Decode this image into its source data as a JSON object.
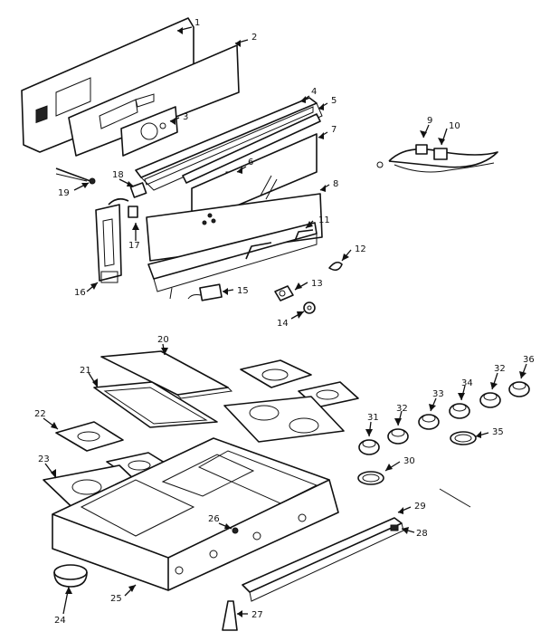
{
  "callouts": {
    "c1": "1",
    "c2": "2",
    "c3": "3",
    "c4": "4",
    "c5": "5",
    "c6": "6",
    "c7": "7",
    "c8": "8",
    "c9": "9",
    "c10": "10",
    "c11": "11",
    "c12": "12",
    "c13": "13",
    "c14": "14",
    "c15": "15",
    "c16": "16",
    "c17": "17",
    "c18": "18",
    "c19": "19",
    "c20": "20",
    "c21": "21",
    "c22": "22",
    "c23": "23",
    "c24": "24",
    "c25": "25",
    "c26": "26",
    "c27": "27",
    "c28": "28",
    "c29": "29",
    "c30": "30",
    "c31": "31",
    "c32a": "32",
    "c32b": "32",
    "c33": "33",
    "c34": "34",
    "c35": "35",
    "c36": "36"
  },
  "icons": {
    "burner": "burner-icon",
    "knob": "knob-icon",
    "arrow": "leader-arrow-icon"
  }
}
